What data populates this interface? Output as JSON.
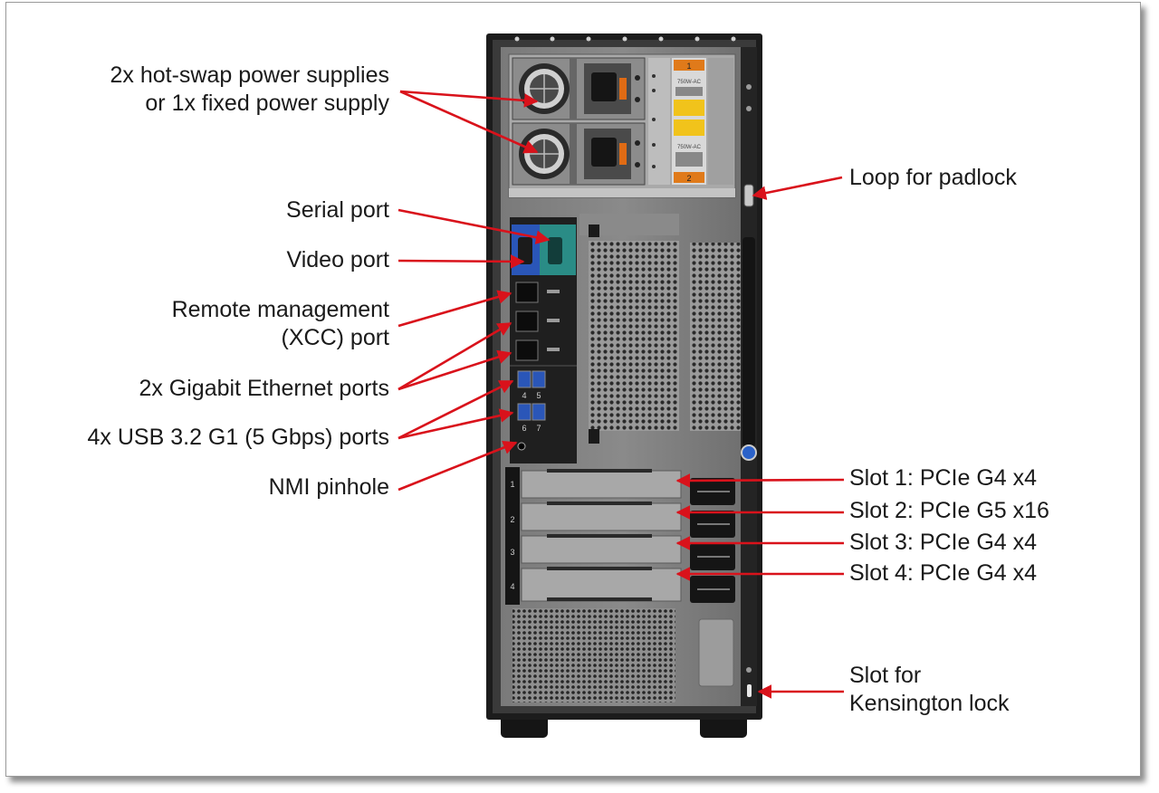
{
  "colors": {
    "arrow": "#d9121b",
    "chassis": "#1c1c1c",
    "panel": "#6a6a6a",
    "serial_accent": "#2a8c86",
    "video_accent": "#2a56b8",
    "psu_label": "#e07a1a",
    "warning": "#f1c31b"
  },
  "callouts": {
    "power_supplies": {
      "line1": "2x hot-swap power supplies",
      "line2": "or 1x fixed power supply"
    },
    "serial_port": "Serial port",
    "video_port": "Video port",
    "remote_mgmt": {
      "line1": "Remote management",
      "line2": "(XCC) port"
    },
    "ethernet": "2x Gigabit Ethernet ports",
    "usb": "4x USB 3.2 G1 (5 Gbps) ports",
    "nmi": "NMI pinhole",
    "padlock": "Loop for padlock",
    "slot1": "Slot 1: PCIe G4 x4",
    "slot2": "Slot 2: PCIe G5 x16",
    "slot3": "Slot 3: PCIe G4 x4",
    "slot4": "Slot 4: PCIe G4 x4",
    "kensington": {
      "line1": "Slot for",
      "line2": "Kensington lock"
    }
  },
  "device_markings": {
    "psu1_tag": "1",
    "psu2_tag": "2",
    "psu_rating": "750W-AC",
    "usb_numbers": [
      "4",
      "5",
      "6",
      "7"
    ],
    "slot_numbers": [
      "1",
      "2",
      "3",
      "4"
    ]
  }
}
